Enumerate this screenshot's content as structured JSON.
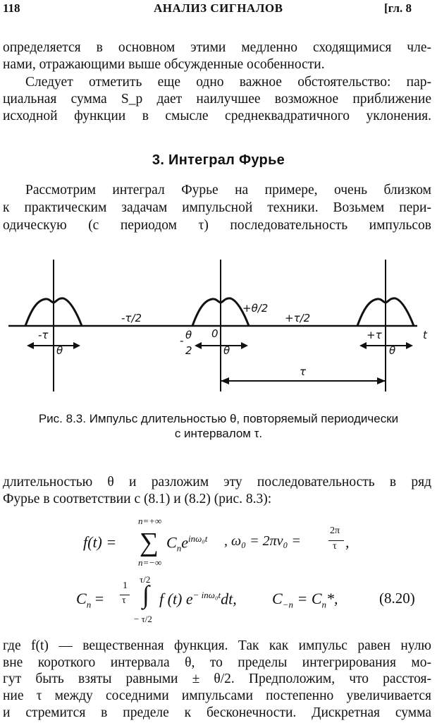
{
  "header": {
    "page_number": "118",
    "running_title": "АНАЛИЗ СИГНАЛОВ",
    "chapter": "[гл. 8"
  },
  "paragraphs_top": [
    "определяется в основном этими медленно сходящимися чле-",
    "нами, отражающими выше обсужденные особенности.",
    "Следует отметить еще одно важное обстоятельство: пар-",
    "циальная сумма S_p дает наилучшее возможное приближение",
    "исходной функции в смысле среднеквадратичного уклонения."
  ],
  "section_heading": "3. Интеграл Фурье",
  "paragraph_intro": [
    "Рассмотрим интеграл Фурье на примере, очень близком",
    "к практическим задачам импульсной техники. Возьмем пери-",
    "одическую (с периодом τ) последовательность импульсов"
  ],
  "figure": {
    "labels": {
      "minus_tau_half": "-τ/2",
      "plus_theta_half": "+θ/2",
      "plus_tau_half": "+τ/2",
      "minus_tau": "-τ",
      "theta": "θ",
      "minus_theta_half_num": "θ",
      "minus_theta_half_den": "2",
      "minus_sign": "-",
      "zero": "0",
      "plus_tau": "+τ",
      "t_axis": "t",
      "tau": "τ"
    },
    "caption_line1": "Рис. 8.3. Импульс длительностью θ, повторяемый периодически",
    "caption_line2": "с интервалом τ."
  },
  "paragraph_mid": [
    "длительностью θ и разложим эту последовательность в ряд",
    "Фурье в соответствии с (8.1) и (8.2) (рис. 8.3):"
  ],
  "formula1": {
    "lhs": "f(t) =",
    "upper": "n=+∞",
    "sigma": "∑",
    "lower": "n=−∞",
    "term": "C",
    "term_sub": "n",
    "exp": "e",
    "exp_sup": "inω₀t",
    "rest": ",  ω₀ = 2πν₀ =",
    "frac_num": "2π",
    "frac_den": "τ",
    "end": ","
  },
  "formula2": {
    "lhs": "C",
    "lhs_sub": "n",
    "eq": " = ",
    "frac_num": "1",
    "frac_den": "τ",
    "int": "∫",
    "int_upper": "τ/2",
    "int_lower": "− τ/2",
    "body": "f (t) e",
    "body_sup": "− inω₀t",
    "body_end": "dt,",
    "second": "C",
    "second_sub": "−n",
    "second_rhs": " = C",
    "second_rhs_sub": "n",
    "second_end": "*,",
    "number": "(8.20)"
  },
  "paragraphs_bottom": [
    "где f(t) — вещественная функция. Так как импульс равен нулю",
    "вне короткого интервала θ, то пределы интегрирования мо-",
    "гут быть взяты равными ± θ/2. Предположим, что расстоя-",
    "ние τ между соседними импульсами постепенно увеличивается",
    "и стремится в пределе к бесконечности. Дискретная сумма"
  ]
}
